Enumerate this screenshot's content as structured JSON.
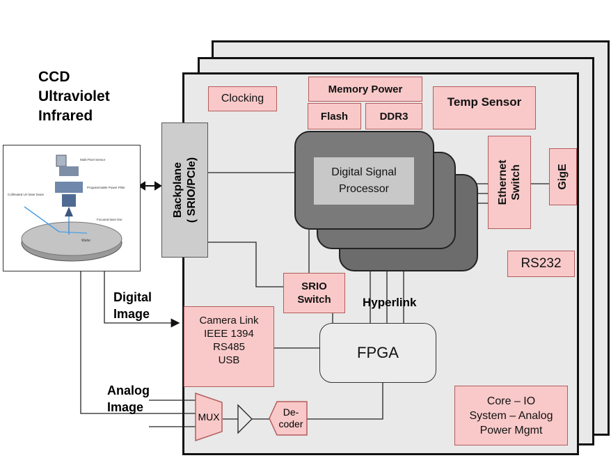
{
  "sensor_types": [
    "CCD",
    "Ultraviolet",
    "Infrared"
  ],
  "boxes": {
    "clocking": "Clocking",
    "memory_power": "Memory Power",
    "flash": "Flash",
    "ddr3": "DDR3",
    "temp_sensor": "Temp Sensor",
    "backplane": [
      "Backplane",
      "( SRIO/PCIe)"
    ],
    "dsp": [
      "Digital Signal",
      "Processor"
    ],
    "ethernet_switch": [
      "Ethernet",
      "Switch"
    ],
    "gige": "GigE",
    "rs232": "RS232",
    "srio_switch": [
      "SRIO",
      "Switch"
    ],
    "hyperlink": "Hyperlink",
    "camera_if": [
      "Camera Link",
      "IEEE 1394",
      "RS485",
      "USB"
    ],
    "fpga": "FPGA",
    "mux": "MUX",
    "decoder": [
      "De-",
      "coder"
    ],
    "power_mgmt": [
      "Core – IO",
      "System – Analog",
      "Power Mgmt"
    ]
  },
  "input_labels": {
    "digital_image": [
      "Digital",
      "Image"
    ],
    "analog_image": [
      "Analog",
      "Image"
    ]
  },
  "camera_image": {
    "labels": [
      "Multi-Pixel Sensor",
      "Programmable Power Filter",
      "Collimated UV laser beam",
      "Focused laser line",
      "Wafer"
    ]
  },
  "colors": {
    "board_fill": "#e9e9e9",
    "box_fill": "#f9c9c9",
    "box_border": "#b35b5b",
    "dsp_fill": "#6f6f6f",
    "dsp_label_fill": "#c8c8c8",
    "backplane_fill": "#cdcdcd",
    "fpga_fill": "#ececec"
  }
}
